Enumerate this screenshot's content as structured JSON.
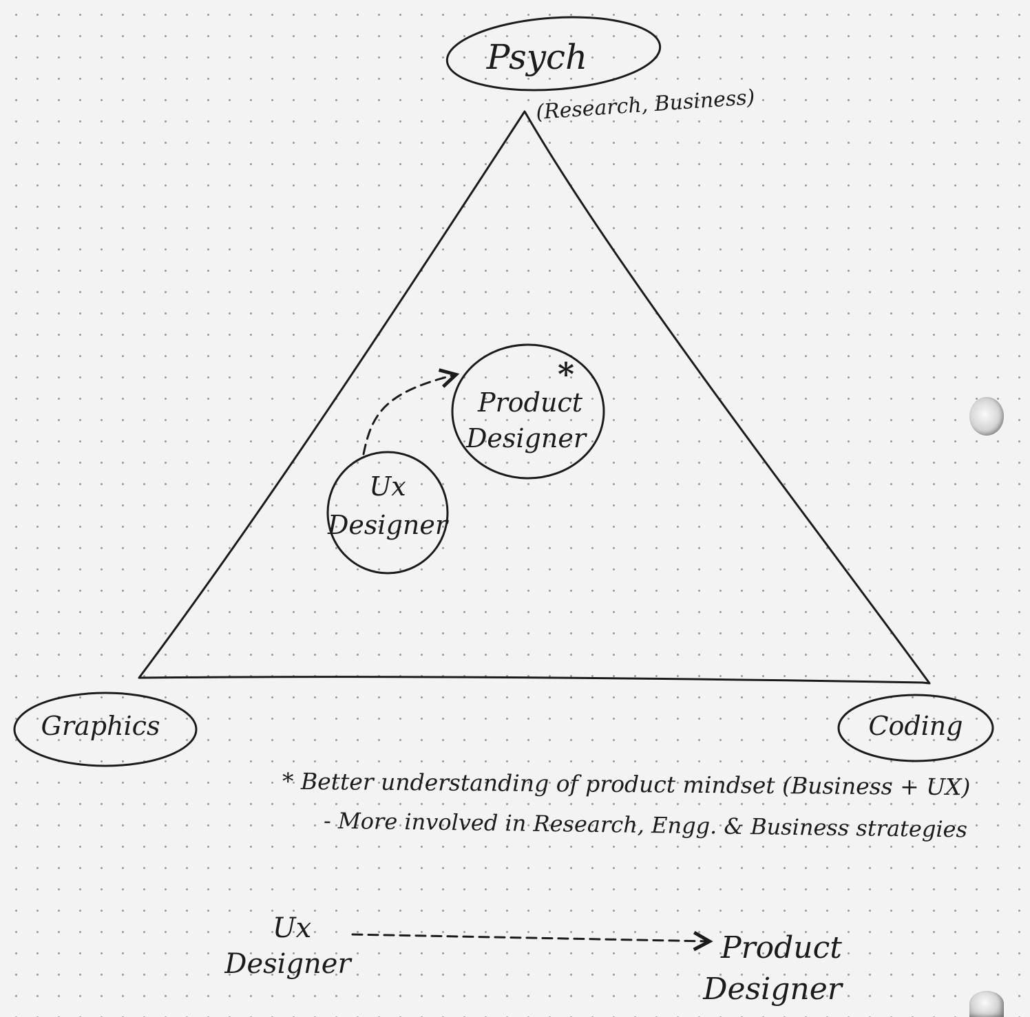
{
  "nodes": {
    "top": {
      "label": "Psych",
      "sublabel": "(Research, Business)"
    },
    "bottom_left": {
      "label": "Graphics"
    },
    "bottom_right": {
      "label": "Coding"
    }
  },
  "roles": {
    "ux": {
      "line1": "Ux",
      "line2": "Designer"
    },
    "product": {
      "line1": "Product",
      "line2": "Designer",
      "marker": "*"
    }
  },
  "notes": {
    "line1": "* Better understanding of product mindset (Business + UX)",
    "line2": "- More involved in Research, Engg. & Business strategies"
  },
  "transition": {
    "from_line1": "Ux",
    "from_line2": "Designer",
    "to_line1": "Product",
    "to_line2": "Designer"
  }
}
